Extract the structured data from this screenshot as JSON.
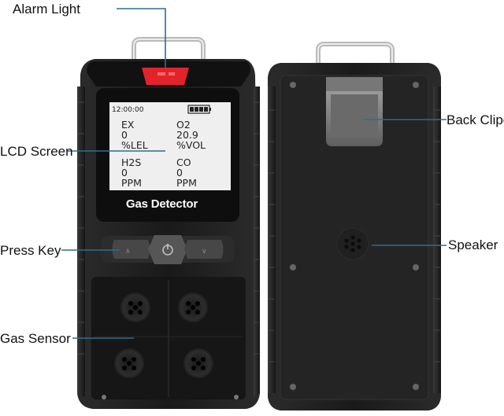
{
  "labels": {
    "alarm_light": "Alarm Light",
    "lcd_screen": "LCD Screen",
    "press_key": "Press Key",
    "gas_sensor": "Gas Sensor",
    "back_clip": "Back Clipe",
    "speaker": "Speaker"
  },
  "device": {
    "brand": "Gas Detector",
    "lcd": {
      "time": "12:00:00",
      "cells": [
        {
          "gas": "EX",
          "value": "0",
          "unit": "%LEL"
        },
        {
          "gas": "O2",
          "value": "20.9",
          "unit": "%VOL"
        },
        {
          "gas": "H2S",
          "value": "0",
          "unit": "PPM"
        },
        {
          "gas": "CO",
          "value": "0",
          "unit": "PPM"
        }
      ]
    }
  },
  "colors": {
    "callout_line": "#2a6f8f",
    "alarm": "#e3232b",
    "body": "#1c1c1c",
    "lcd_bg": "#efefef"
  }
}
